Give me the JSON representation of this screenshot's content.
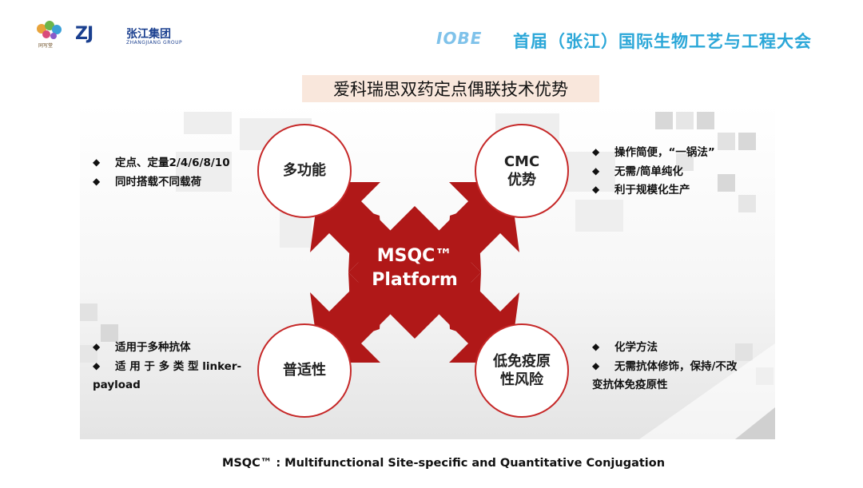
{
  "header": {
    "flower_logo_small": "同写堂",
    "group_mark": "ZJ",
    "group_name_cn": "张江集团",
    "group_name_en": "ZHANGJIANG GROUP",
    "conf_logo": "IOBE",
    "conf_title": "首届（张江）国际生物工艺与工程大会"
  },
  "subtitle": "爱科瑞思双药定点偶联技术优势",
  "center": {
    "line1": "MSQC™",
    "line2": "Platform"
  },
  "circles": {
    "top_left": "多功能",
    "top_right_line1": "CMC",
    "top_right_line2": "优势",
    "bottom_left": "普适性",
    "bottom_right_line1": "低免疫原",
    "bottom_right_line2": "性风险"
  },
  "bullets": {
    "top_left": [
      "定点、定量2/4/6/8/10",
      "同时搭载不同载荷"
    ],
    "top_right": [
      "操作简便，“一锅法”",
      "无需/简单纯化",
      "利于规模化生产"
    ],
    "bottom_left": [
      "适用于多种抗体",
      "适 用 于 多 类 型 linker-",
      "payload"
    ],
    "bottom_right": [
      "化学方法",
      "无需抗体修饰，保持/不改",
      "变抗体免疫原性"
    ]
  },
  "bullet_glyph": "◆",
  "footnote": "MSQC™ : Multifunctional Site-specific and Quantitative Conjugation",
  "colors": {
    "accent_red": "#b01818",
    "title_blue": "#2ba7d8",
    "brand_blue": "#1a3f8f",
    "subtitle_bg": "#f9e7dc"
  }
}
